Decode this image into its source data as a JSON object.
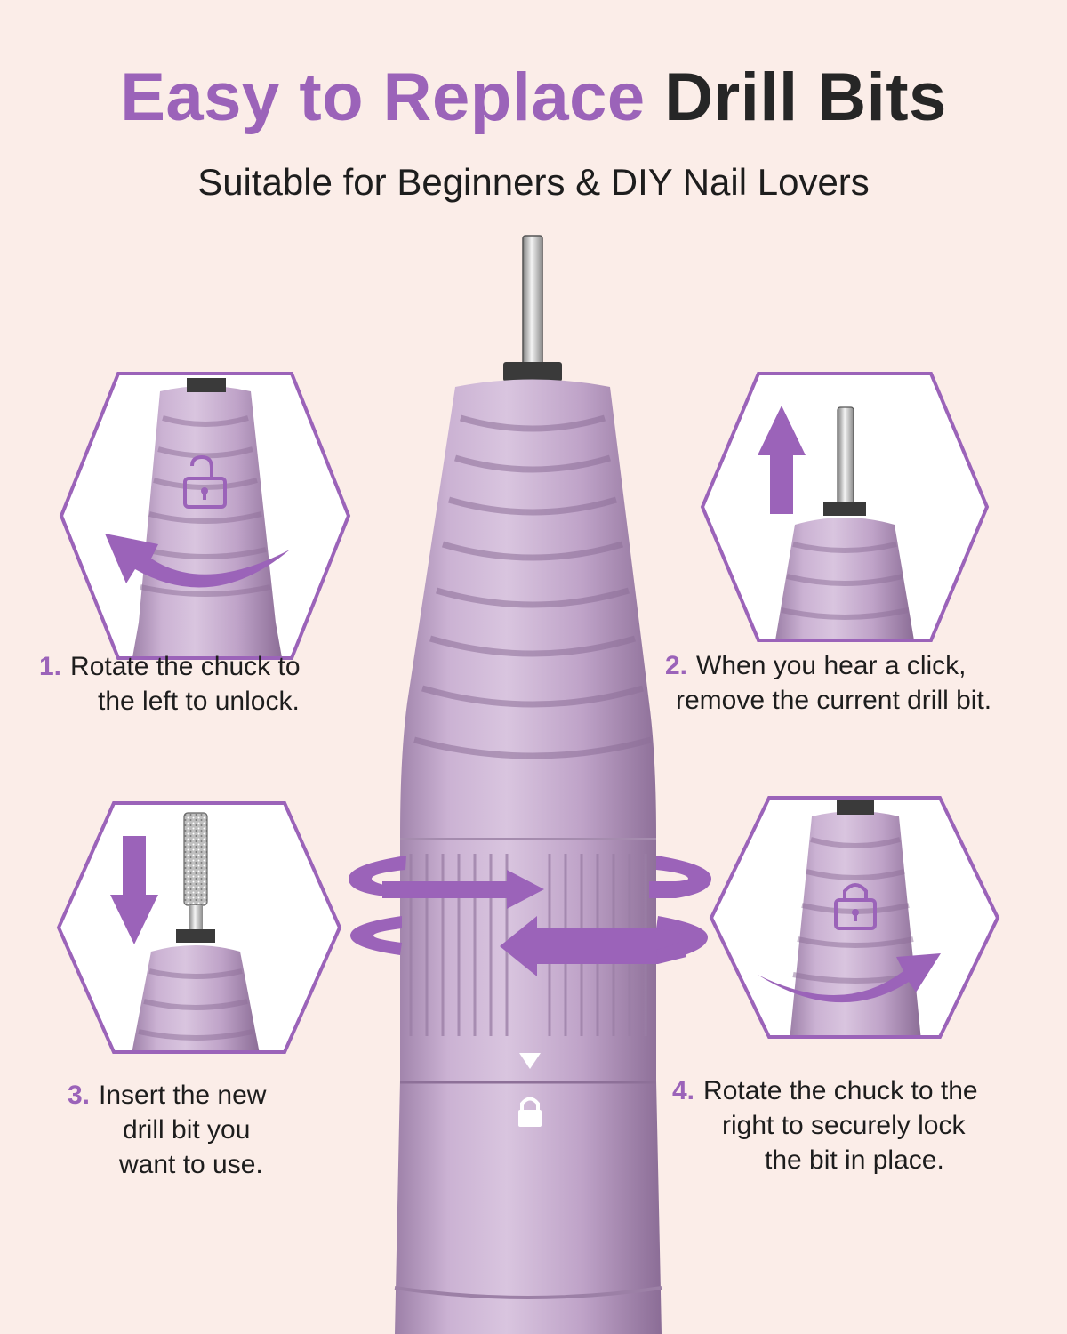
{
  "header": {
    "title_accent": "Easy to Replace",
    "title_dark": "Drill Bits",
    "subtitle": "Suitable for Beginners & DIY Nail Lovers"
  },
  "steps": [
    {
      "number": "1.",
      "lines": [
        "Rotate the chuck to",
        "the left to unlock."
      ]
    },
    {
      "number": "2.",
      "lines": [
        "When you hear a click,",
        "remove the current drill bit."
      ]
    },
    {
      "number": "3.",
      "lines": [
        "Insert the new",
        "drill bit you",
        "want to use."
      ]
    },
    {
      "number": "4.",
      "lines": [
        "Rotate the chuck to the",
        "right to securely lock",
        "the bit in place."
      ]
    }
  ],
  "icons": {
    "step1": [
      "unlocked-padlock-icon",
      "arrow-rotate-left-icon"
    ],
    "step2": [
      "arrow-up-icon"
    ],
    "step3": [
      "arrow-down-icon"
    ],
    "step4": [
      "locked-padlock-icon",
      "arrow-rotate-right-icon"
    ],
    "center": [
      "rotation-arrows-icon",
      "lock-icon",
      "triangle-indicator-icon"
    ]
  },
  "colors": {
    "background": "#fbede8",
    "accent": "#9b63b9",
    "text": "#1d1d1d",
    "device": "#c6a9cf"
  }
}
